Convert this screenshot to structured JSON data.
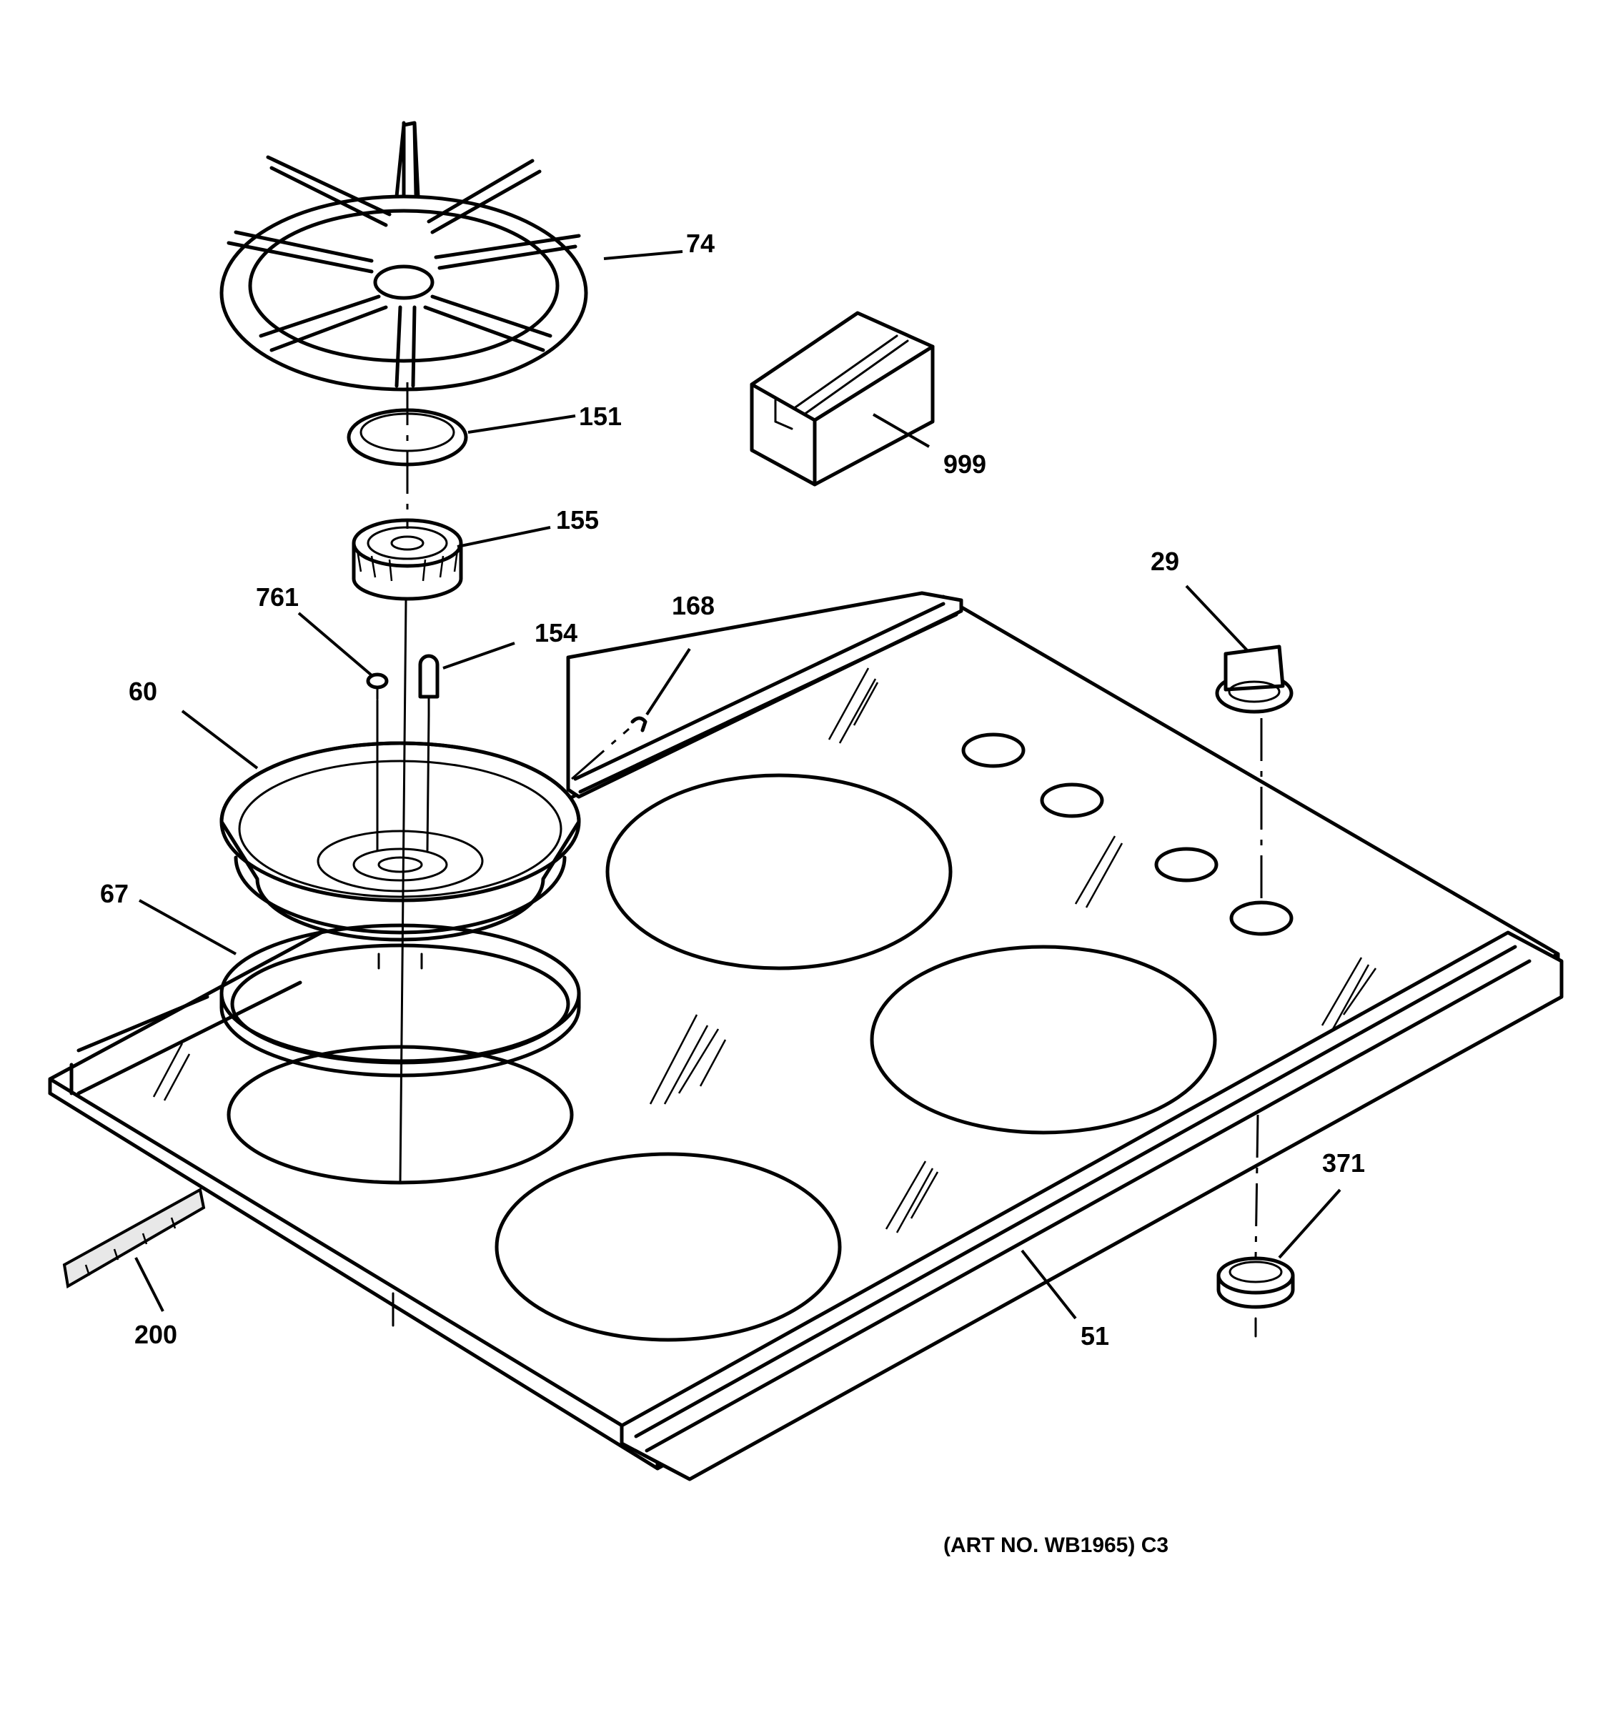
{
  "callouts": {
    "c74": "74",
    "c151": "151",
    "c155": "155",
    "c999": "999",
    "c29": "29",
    "c761": "761",
    "c154": "154",
    "c168": "168",
    "c60": "60",
    "c67": "67",
    "c371": "371",
    "c200": "200",
    "c51": "51"
  },
  "caption": "(ART NO. WB1965) C3"
}
